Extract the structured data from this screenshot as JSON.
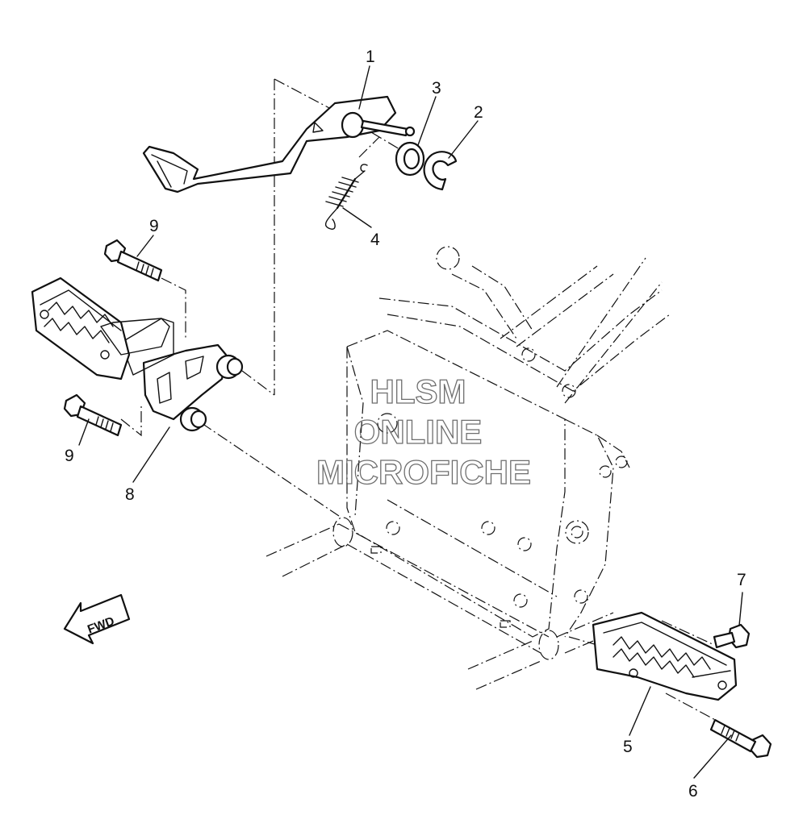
{
  "callouts": [
    {
      "id": "1",
      "label": "1"
    },
    {
      "id": "2",
      "label": "2"
    },
    {
      "id": "3",
      "label": "3"
    },
    {
      "id": "4",
      "label": "4"
    },
    {
      "id": "5",
      "label": "5"
    },
    {
      "id": "6",
      "label": "6"
    },
    {
      "id": "7",
      "label": "7"
    },
    {
      "id": "8",
      "label": "8"
    },
    {
      "id": "9a",
      "label": "9"
    },
    {
      "id": "9b",
      "label": "9"
    }
  ],
  "watermark": {
    "line1": "HLSM",
    "line2": "ONLINE",
    "line3": "MICROFICHE"
  },
  "direction_badge": {
    "label": "FWD"
  }
}
